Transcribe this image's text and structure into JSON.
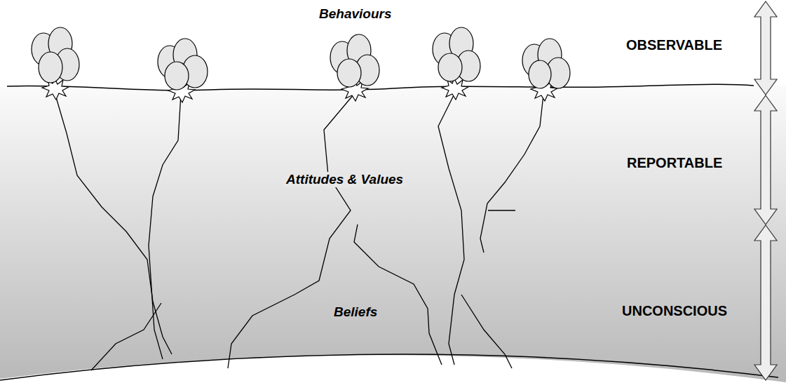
{
  "diagram": {
    "labels": [
      "Behaviours",
      "OBSERVABLE",
      "REPORTABLE",
      "Attitudes & Values",
      "Beliefs",
      "UNCONSCIOUS"
    ]
  }
}
